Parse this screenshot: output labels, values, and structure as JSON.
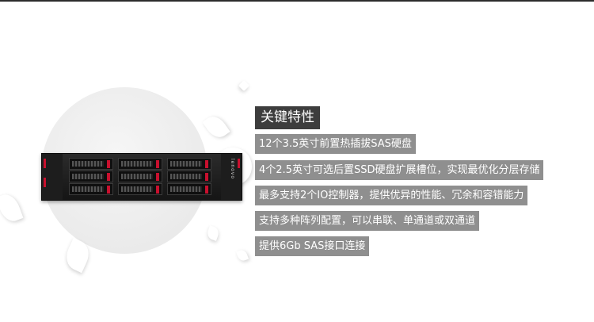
{
  "server": {
    "brand_text": "lenovo"
  },
  "features": {
    "title": "关键特性",
    "items": [
      "12个3.5英寸前置热插拔SAS硬盘",
      "4个2.5英寸可选后置SSD硬盘扩展槽位，实现最优化分层存储",
      "最多支持2个IO控制器，提供优异的性能、冗余和容错能力",
      "支持多种阵列配置，可以串联、单通道或双通道",
      "提供6Gb SAS接口连接"
    ]
  }
}
